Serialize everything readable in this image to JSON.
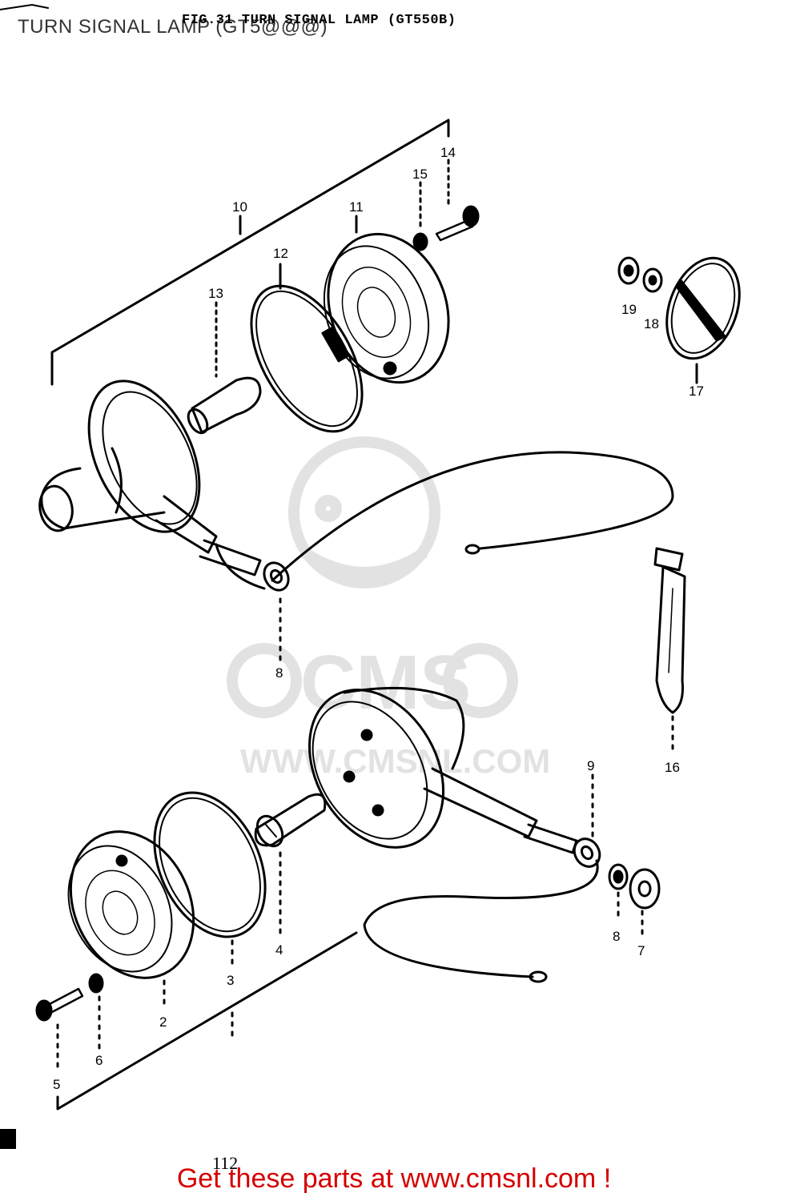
{
  "header": {
    "title": "TURN SIGNAL LAMP (GT5@@@)",
    "printed_heading": "FIG.31 TURN SIGNAL LAMP (GT550B)"
  },
  "watermark": {
    "brand": "CMS",
    "url": "WWW.CMSNL.COM"
  },
  "callouts": {
    "p1": "10",
    "p2": "11",
    "p3": "12",
    "p4": "13",
    "p5": "14",
    "p6": "15",
    "p7": "19",
    "p8": "18",
    "p9": "17",
    "p10": "8",
    "p11": "16",
    "p12": "9",
    "p13": "4",
    "p14": "3",
    "p15": "2",
    "p16": "6",
    "p17": "5",
    "p18": "8",
    "p19": "7"
  },
  "page_number": "112",
  "footer": {
    "link_text": "Get these parts at www.cmsnl.com !"
  },
  "colors": {
    "line_art": "#000000",
    "watermark": "#e2e2e2",
    "footer_link": "#d40000",
    "title": "#333333"
  }
}
